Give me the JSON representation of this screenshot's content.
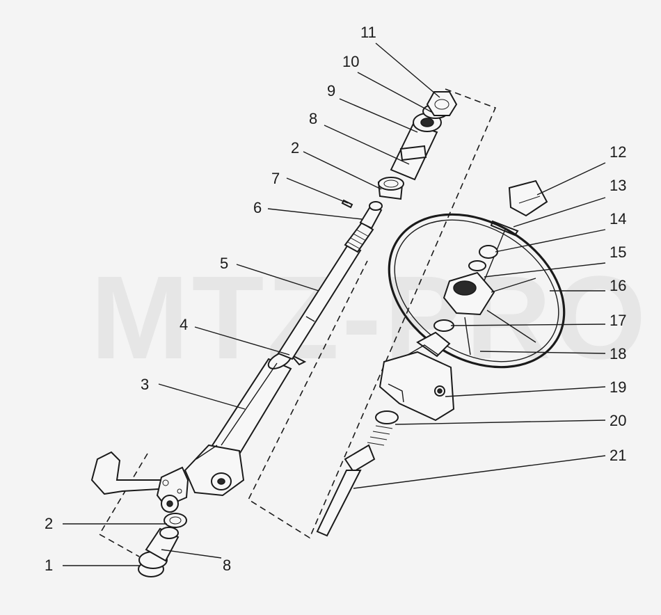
{
  "watermark": "MTZ-PRO",
  "callouts": [
    {
      "id": "c1",
      "text": "1"
    },
    {
      "id": "c2a",
      "text": "2"
    },
    {
      "id": "c8a",
      "text": "8"
    },
    {
      "id": "c2b",
      "text": "2"
    },
    {
      "id": "c3",
      "text": "3"
    },
    {
      "id": "c4",
      "text": "4"
    },
    {
      "id": "c5",
      "text": "5"
    },
    {
      "id": "c6",
      "text": "6"
    },
    {
      "id": "c7",
      "text": "7"
    },
    {
      "id": "c2c",
      "text": "2"
    },
    {
      "id": "c8b",
      "text": "8"
    },
    {
      "id": "c9",
      "text": "9"
    },
    {
      "id": "c10",
      "text": "10"
    },
    {
      "id": "c11",
      "text": "11"
    },
    {
      "id": "c12",
      "text": "12"
    },
    {
      "id": "c13",
      "text": "13"
    },
    {
      "id": "c14",
      "text": "14"
    },
    {
      "id": "c15",
      "text": "15"
    },
    {
      "id": "c16",
      "text": "16"
    },
    {
      "id": "c17",
      "text": "17"
    },
    {
      "id": "c18",
      "text": "18"
    },
    {
      "id": "c19",
      "text": "19"
    },
    {
      "id": "c20",
      "text": "20"
    },
    {
      "id": "c21",
      "text": "21"
    }
  ]
}
